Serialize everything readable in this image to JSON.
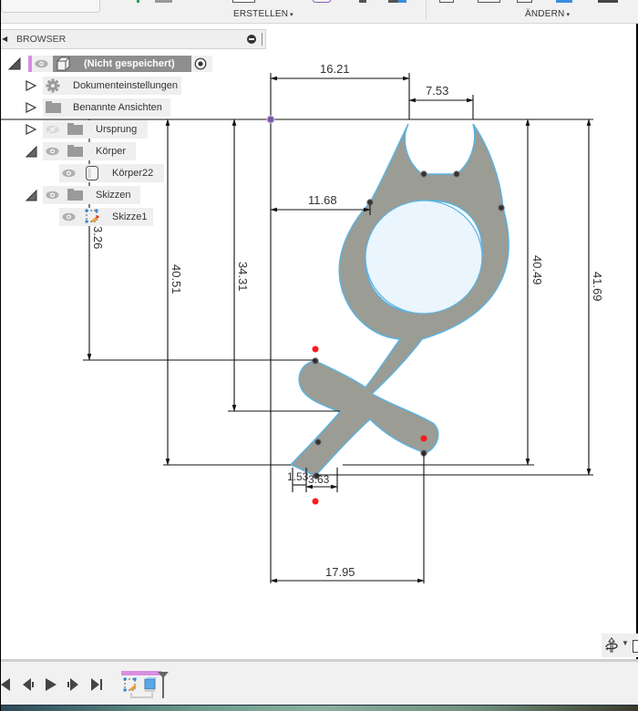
{
  "toolbar": {
    "groups": [
      {
        "label": "ERSTELLEN",
        "caret": "▾"
      },
      {
        "label": "ÄNDERN",
        "caret": "▾"
      }
    ]
  },
  "browser": {
    "title": "BROWSER",
    "root": {
      "label": "(Nicht gespeichert)",
      "icon": "component-icon",
      "accent": "#d98ee0"
    },
    "items": [
      {
        "label": "Dokumenteinstellungen",
        "icon": "gear-icon",
        "expanded": false
      },
      {
        "label": "Benannte Ansichten",
        "icon": "folder-icon",
        "expanded": false
      },
      {
        "label": "Ursprung",
        "icon": "folder-icon",
        "expanded": false,
        "hidden": true
      },
      {
        "label": "Körper",
        "icon": "folder-icon",
        "expanded": true,
        "children": [
          {
            "label": "Körper22",
            "icon": "body-icon"
          }
        ]
      },
      {
        "label": "Skizzen",
        "icon": "folder-icon",
        "expanded": true,
        "children": [
          {
            "label": "Skizze1",
            "icon": "sketch-icon"
          }
        ]
      }
    ]
  },
  "sketch": {
    "fill_color": "#9b9c94",
    "outline_color": "#5bb3e0",
    "hole_color": "#eaf5fd",
    "constraint_point_color": "#ff0000",
    "origin_color": "#7a5aa8",
    "dimensions": {
      "d1": "16.21",
      "d2": "7.53",
      "d3": "11.68",
      "d4": "40.51",
      "d5": "34.31",
      "d6": "40.49",
      "d7": "41.69",
      "d8": "17.95",
      "d9": "1.53",
      "d10": "3.63",
      "d11": "3.26"
    }
  },
  "timeline": {
    "controls": [
      "skip-to-start",
      "step-back",
      "play",
      "step-forward",
      "skip-to-end"
    ],
    "features": [
      "Skizze1",
      "Körper22"
    ],
    "marker_color": "#d98ee0"
  }
}
